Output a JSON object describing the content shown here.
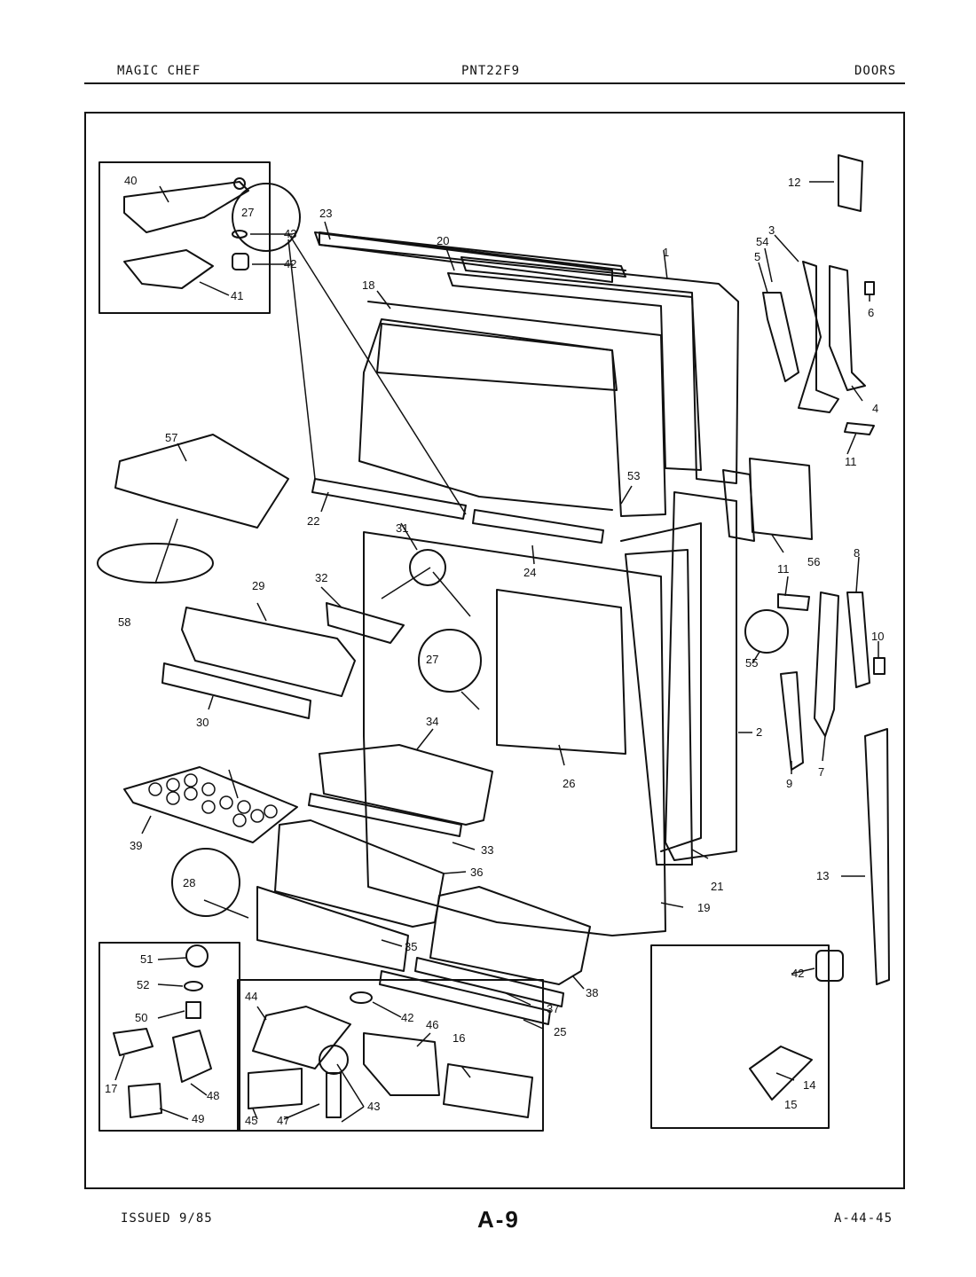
{
  "header": {
    "brand": "MAGIC CHEF",
    "model": "PNT22F9",
    "section": "DOORS"
  },
  "footer": {
    "issued": "ISSUED 9/85",
    "page": "A-9",
    "code": "A-44-45"
  },
  "part_labels": [
    "1",
    "2",
    "3",
    "4",
    "5",
    "6",
    "7",
    "8",
    "9",
    "10",
    "11",
    "11",
    "12",
    "13",
    "14",
    "15",
    "16",
    "17",
    "18",
    "19",
    "20",
    "21",
    "22",
    "23",
    "24",
    "25",
    "26",
    "27",
    "27",
    "28",
    "29",
    "30",
    "31",
    "32",
    "33",
    "34",
    "35",
    "36",
    "37",
    "38",
    "39",
    "40",
    "41",
    "42",
    "42",
    "42",
    "43",
    "43",
    "44",
    "45",
    "46",
    "47",
    "48",
    "49",
    "50",
    "51",
    "52",
    "53",
    "54",
    "55",
    "56",
    "57",
    "58"
  ]
}
